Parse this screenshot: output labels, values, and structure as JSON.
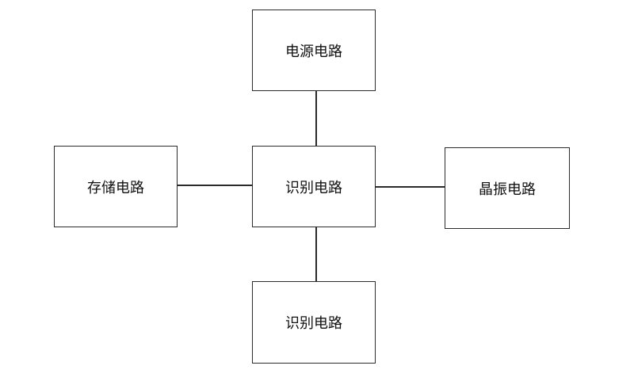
{
  "diagram": {
    "top_box": "电源电路",
    "left_box": "存储电路",
    "center_box": "识别电路",
    "right_box": "晶振电路",
    "bottom_box": "识别电路"
  }
}
